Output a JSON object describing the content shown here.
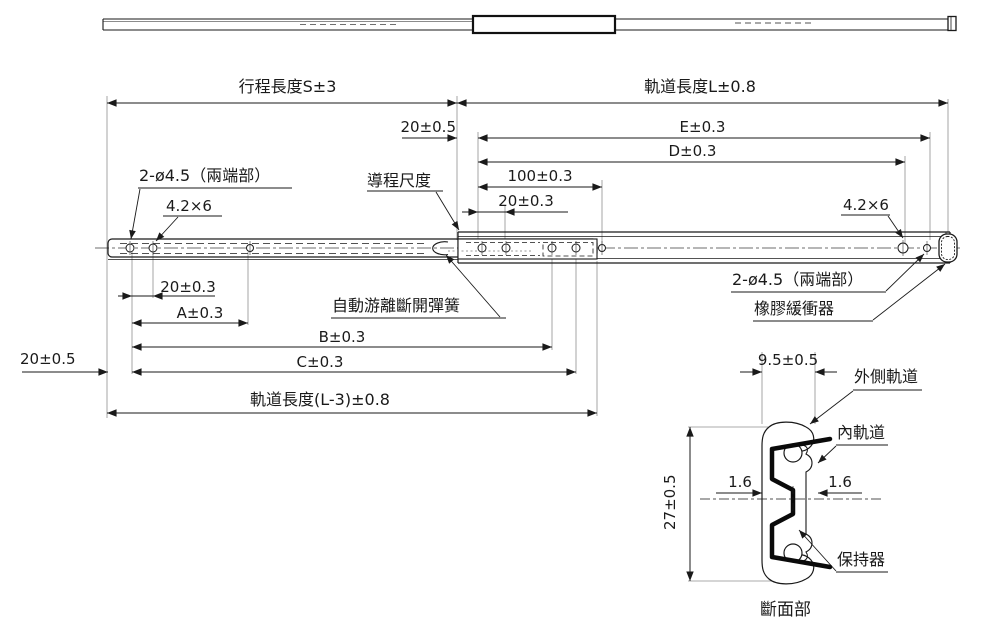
{
  "drawing": {
    "dimensions": {
      "stroke_length": "行程長度S±3",
      "rail_length": "軌道長度L±0.8",
      "offset_20_05_top": "20±0.5",
      "e": "E±0.3",
      "d": "D±0.3",
      "pitch_100": "100±0.3",
      "offset_20_03_top": "20±0.3",
      "offset_20_03_bottom": "20±0.3",
      "a": "A±0.3",
      "b": "B±0.3",
      "c": "C±0.3",
      "offset_20_05_bottom": "20±0.5",
      "inner_rail_length": "軌道長度(L-3)±0.8"
    },
    "labels": {
      "holes_left": "2-ø4.5（兩端部）",
      "slot_left": "4.2×6",
      "guide": "導程尺度",
      "spring": "自動游離斷開彈簧",
      "slot_right": "4.2×6",
      "holes_right": "2-ø4.5（兩端部）",
      "bumper": "橡膠緩衝器"
    },
    "section": {
      "width": "9.5±0.5",
      "height": "27±0.5",
      "thickness_left": "1.6",
      "thickness_right": "1.6",
      "outer_rail": "外側軌道",
      "inner_rail": "內軌道",
      "retainer": "保持器",
      "caption": "斷面部"
    },
    "colors": {
      "line": "#1a1a1a",
      "extension": "#8f8f8f",
      "background": "#ffffff"
    }
  }
}
